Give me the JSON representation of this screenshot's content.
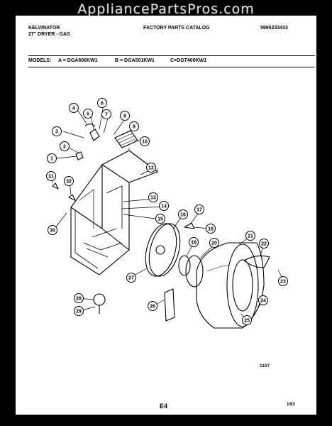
{
  "watermark": "AppliancePartsPros.com",
  "header": {
    "brand": "KELVINATOR",
    "catalog_title": "FACTORY PARTS CATALOG",
    "catalog_number": "5995233433",
    "product": "27\" DRYER - GAS"
  },
  "models": {
    "label": "MODELS:",
    "a": "A = DGA600KW1",
    "b": "B = DGA501KW1",
    "c": "C=DGT400KW1"
  },
  "callouts": [
    "1",
    "2",
    "3",
    "4",
    "5",
    "6",
    "7",
    "8",
    "9",
    "10",
    "12",
    "13",
    "14",
    "15",
    "16",
    "17",
    "18",
    "19",
    "20",
    "21",
    "22",
    "23",
    "24",
    "25",
    "26",
    "27",
    "28",
    "29",
    "30",
    "31",
    "32"
  ],
  "footer": {
    "diagram_code": "1107",
    "page": "E4",
    "date": "1/93"
  }
}
